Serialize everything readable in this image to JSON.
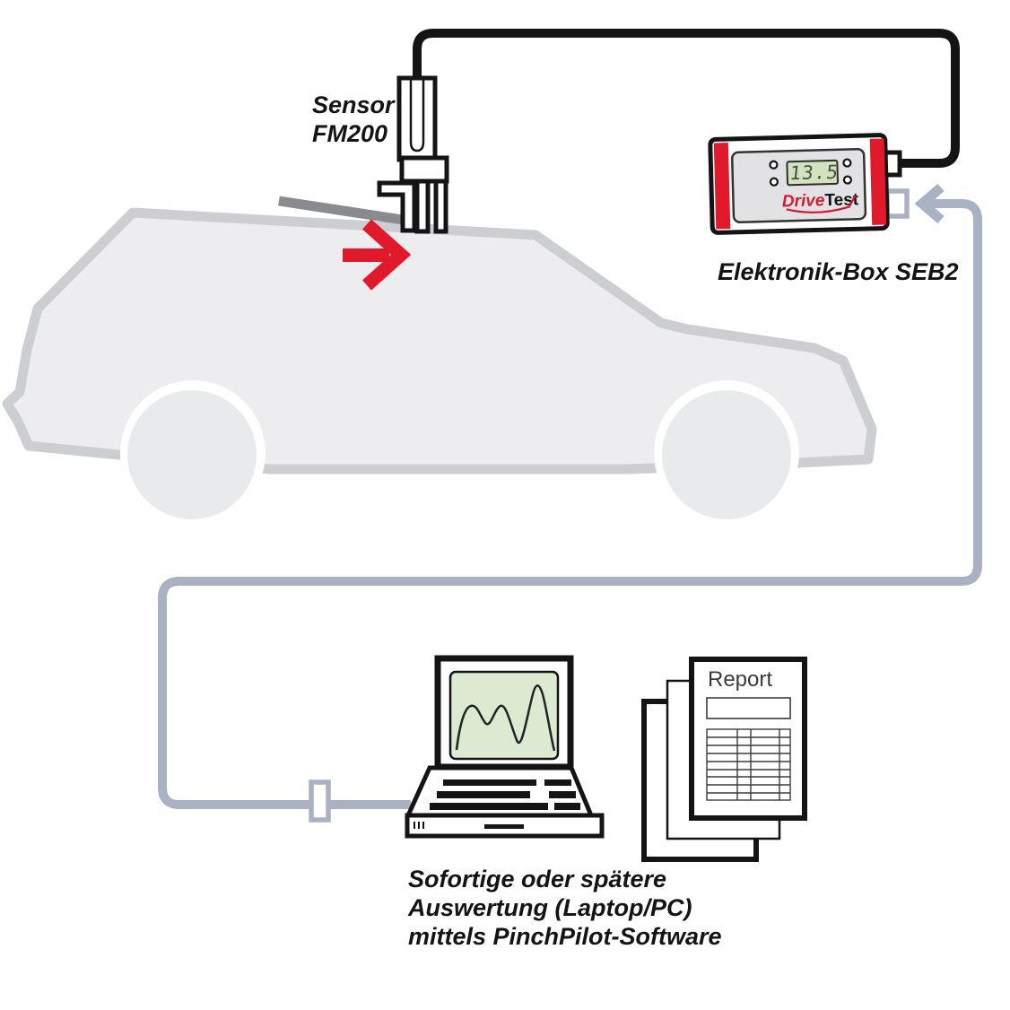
{
  "colors": {
    "red": "#e0192b",
    "brand_red": "#d31a2e",
    "black": "#141414",
    "cable_gray": "#a9b2c2",
    "car_fill": "#ededef",
    "car_outline": "#cdced2",
    "wheel_fill": "#e9eaec",
    "closing_edge_gray": "#8a8b8f",
    "panel_gray": "#e2e2e4",
    "lcd_green": "#d2e3bd",
    "screen_green": "#dcead2"
  },
  "sensor": {
    "label_line1": "Sensor",
    "label_line2": "FM200"
  },
  "electronics_box": {
    "label": "Elektronik-Box SEB2",
    "display_value": "13.5",
    "brand_drive": "Drive",
    "brand_test": "Test"
  },
  "report": {
    "title": "Report"
  },
  "caption": {
    "line1": "Sofortige oder spätere",
    "line2": "Auswertung (Laptop/PC)",
    "line3": "mittels PinchPilot-Software"
  }
}
